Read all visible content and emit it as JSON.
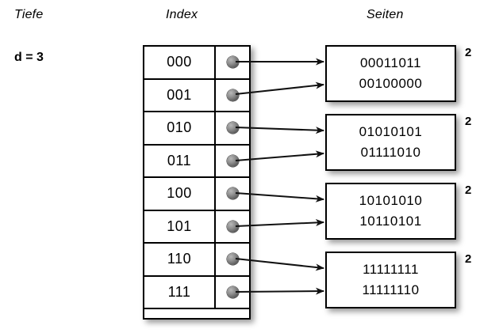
{
  "headings": {
    "depth": "Tiefe",
    "index": "Index",
    "pages": "Seiten"
  },
  "global_depth": {
    "label": "d = 3"
  },
  "index_table": {
    "entries": [
      {
        "key": "000",
        "pointer_icon": "pointer-dot",
        "target": 0
      },
      {
        "key": "001",
        "pointer_icon": "pointer-dot",
        "target": 0
      },
      {
        "key": "010",
        "pointer_icon": "pointer-dot",
        "target": 1
      },
      {
        "key": "011",
        "pointer_icon": "pointer-dot",
        "target": 1
      },
      {
        "key": "100",
        "pointer_icon": "pointer-dot",
        "target": 2
      },
      {
        "key": "101",
        "pointer_icon": "pointer-dot",
        "target": 2
      },
      {
        "key": "110",
        "pointer_icon": "pointer-dot",
        "target": 3
      },
      {
        "key": "111",
        "pointer_icon": "pointer-dot",
        "target": 3
      }
    ]
  },
  "pages": [
    {
      "records": [
        "00011011",
        "00100000"
      ],
      "local_depth": "2"
    },
    {
      "records": [
        "01010101",
        "01111010"
      ],
      "local_depth": "2"
    },
    {
      "records": [
        "10101010",
        "10110101"
      ],
      "local_depth": "2"
    },
    {
      "records": [
        "11111111",
        "11111110"
      ],
      "local_depth": "2"
    }
  ],
  "colors": {
    "background": "#ffffff",
    "stroke": "#000000",
    "pointer_dot": "#7a7a7a",
    "shadow": "rgba(0,0,0,0.40)"
  }
}
